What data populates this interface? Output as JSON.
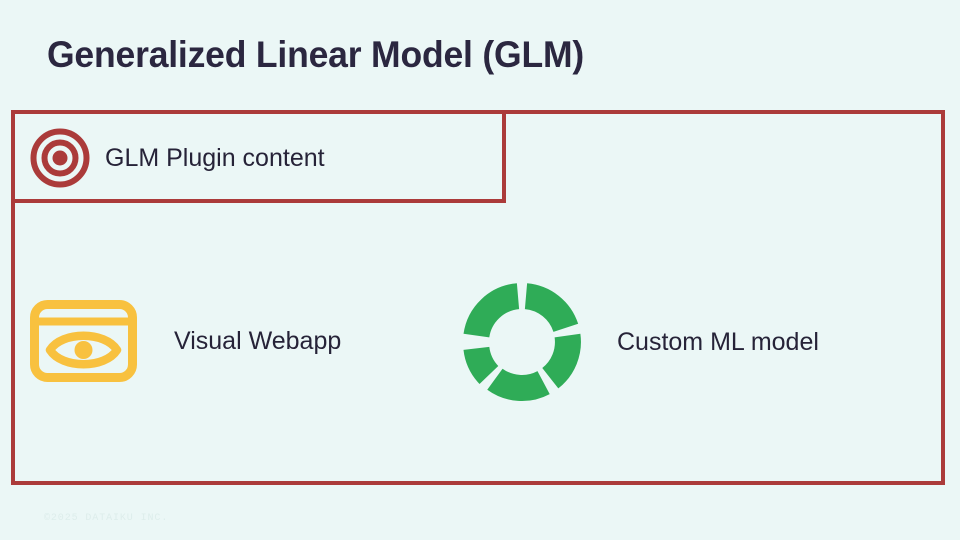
{
  "slide": {
    "title": "Generalized Linear Model (GLM)",
    "background_color": "#EBF7F6",
    "title_color": "#2B2740"
  },
  "outer_box": {
    "border_color": "#AB3B3A",
    "name": "glm-outer-container"
  },
  "inner_box": {
    "border_color": "#AB3B3A",
    "name": "glm-plugin-container"
  },
  "items": [
    {
      "label": "GLM Plugin content",
      "icon": "target-bullseye-icon",
      "icon_color": "#AB3B3A"
    },
    {
      "label": "Visual Webapp",
      "icon": "browser-eye-icon",
      "icon_color": "#F8C13F"
    },
    {
      "label": "Custom ML model",
      "icon": "segmented-donut-chart-icon",
      "icon_color": "#2FAC57"
    }
  ],
  "footer": {
    "copyright": "©2025 DATAIKU INC.",
    "color": "#DDEDEB"
  }
}
